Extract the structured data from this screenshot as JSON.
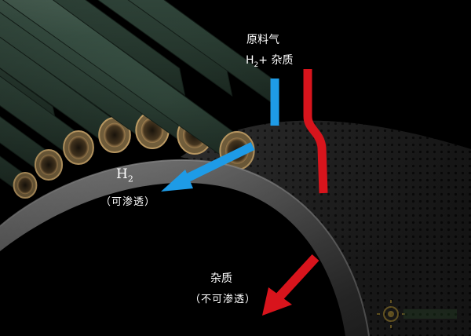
{
  "diagram": {
    "feed": {
      "title": "原料气",
      "formula_h": "H",
      "formula_sub": "2",
      "formula_rest": "+ 杂质"
    },
    "permeate": {
      "symbol": "H",
      "symbol_sub": "2",
      "note": "（可渗透）"
    },
    "rejected": {
      "label": "杂质",
      "note": "（不可渗透）"
    },
    "colors": {
      "h2_arrow": "#1e9be6",
      "impurity_arrow": "#d8141c",
      "fiber_outer": "#3d5448",
      "fiber_core": "#a68550",
      "shell": "#5a5a5a",
      "background": "#000000"
    },
    "icons": {
      "watermark": "sun-logo-icon"
    }
  }
}
